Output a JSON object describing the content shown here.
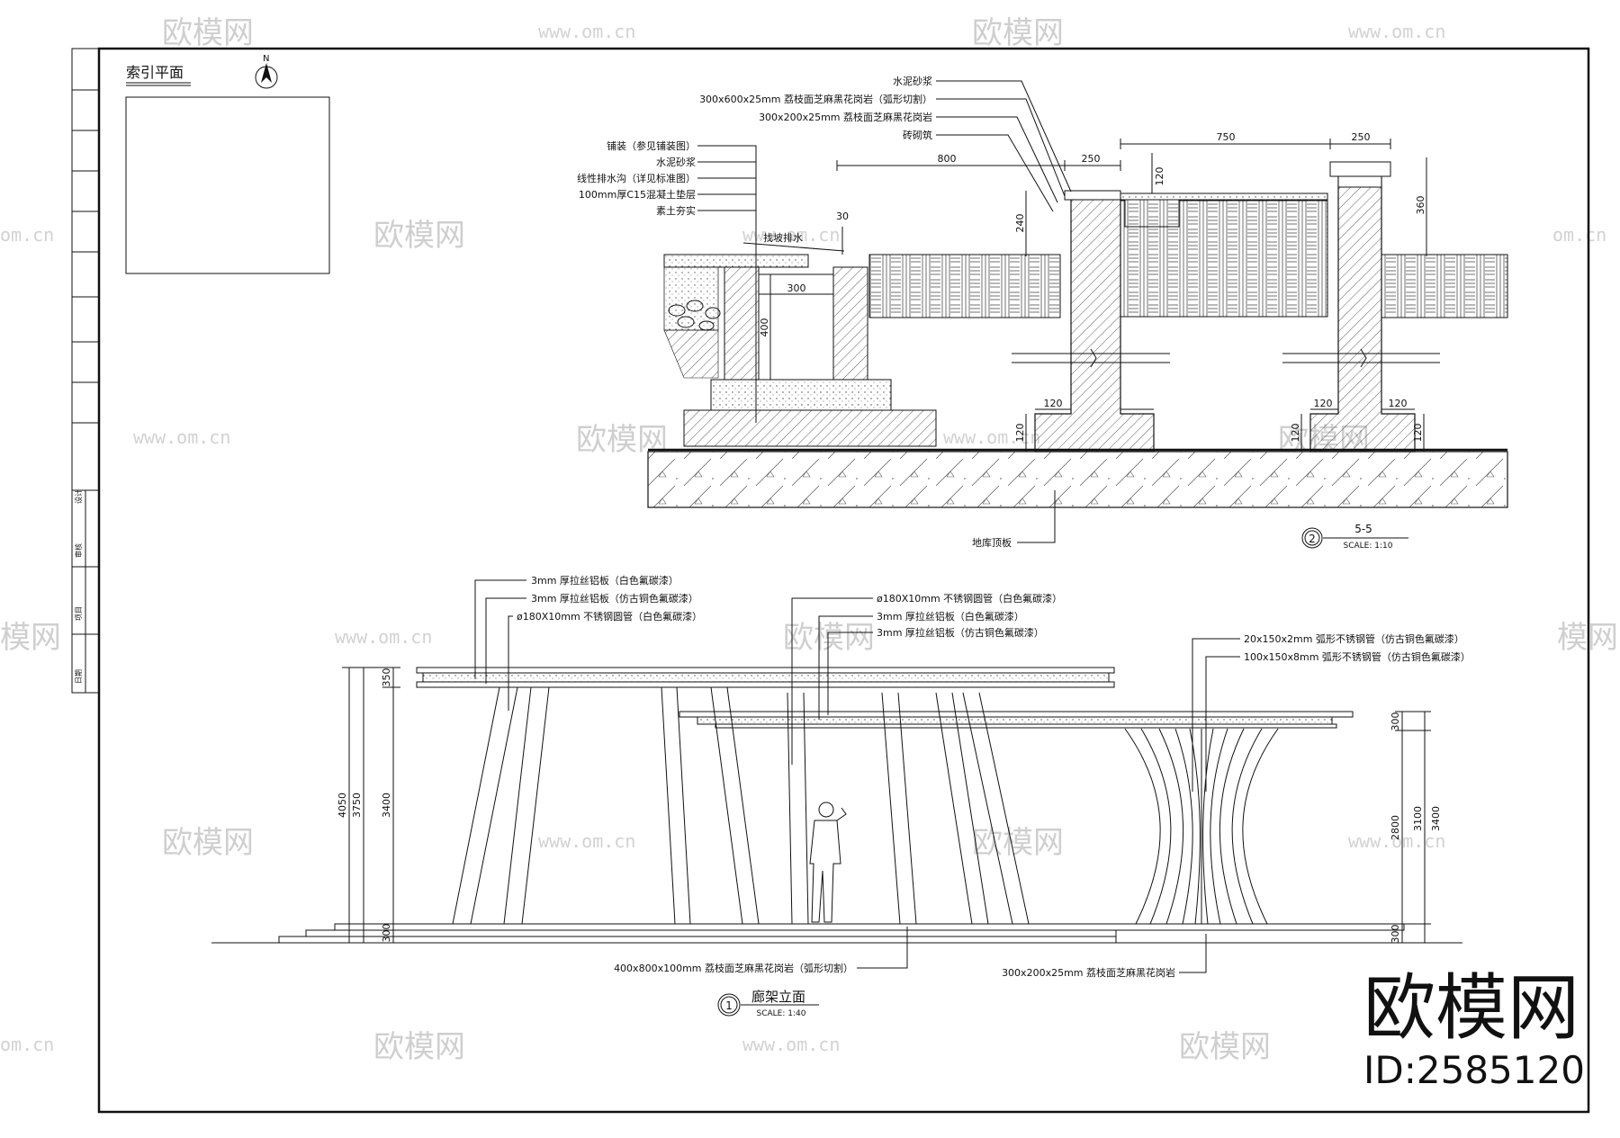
{
  "watermarks": {
    "brand": "欧模网",
    "url": "www.om.cn",
    "url_partial": "om.cn",
    "brand_partial": "模网"
  },
  "badge": {
    "brand": "欧模网",
    "id": "ID:2585120"
  },
  "index_plan": {
    "title": "索引平面",
    "north": "N"
  },
  "section": {
    "callouts": [
      "水泥砂浆",
      "300x600x25mm 荔枝面芝麻黑花岗岩（弧形切割）",
      "300x200x25mm 荔枝面芝麻黑花岗岩",
      "砖砌筑",
      "铺装（参见铺装图）",
      "水泥砂浆",
      "线性排水沟（详见标准图）",
      "100mm厚C15混凝土垫层",
      "素土夯实",
      "找坡排水"
    ],
    "bottom_label": "地库顶板",
    "dims": {
      "d800": "800",
      "d250a": "250",
      "d750": "750",
      "d250b": "250",
      "d120top": "120",
      "d360": "360",
      "d240": "240",
      "d30": "30",
      "d300": "300",
      "d400": "400",
      "d120a": "120",
      "d120b": "120",
      "d120c": "120",
      "d120d": "120",
      "d120e": "120",
      "d120f": "120"
    },
    "id": "2",
    "name": "5-5",
    "scale": "SCALE:  1:10"
  },
  "elevation": {
    "callouts": [
      "3mm 厚拉丝铝板（白色氟碳漆）",
      "3mm 厚拉丝铝板（仿古铜色氟碳漆）",
      "ø180X10mm 不锈钢圆管（白色氟碳漆）",
      "ø180X10mm 不锈钢圆管（白色氟碳漆）",
      "3mm 厚拉丝铝板（白色氟碳漆）",
      "3mm 厚拉丝铝板（仿古铜色氟碳漆）",
      "20x150x2mm 弧形不锈钢管（仿古铜色氟碳漆）",
      "100x150x8mm 弧形不锈钢管（仿古铜色氟碳漆）",
      "400x800x100mm 荔枝面芝麻黑花岗岩（弧形切割）",
      "300x200x25mm 荔枝面芝麻黑花岗岩"
    ],
    "dims": {
      "d4050": "4050",
      "d3750": "3750",
      "d3400a": "3400",
      "d350": "350",
      "d300a": "300",
      "d2800": "2800",
      "d3100": "3100",
      "d3400b": "3400",
      "d300b": "300",
      "d300c": "300"
    },
    "id": "1",
    "name": "廊架立面",
    "scale": "SCALE:  1:40"
  },
  "title_block": {
    "texts": [
      "设计",
      "审核",
      "项目",
      "日期"
    ]
  }
}
